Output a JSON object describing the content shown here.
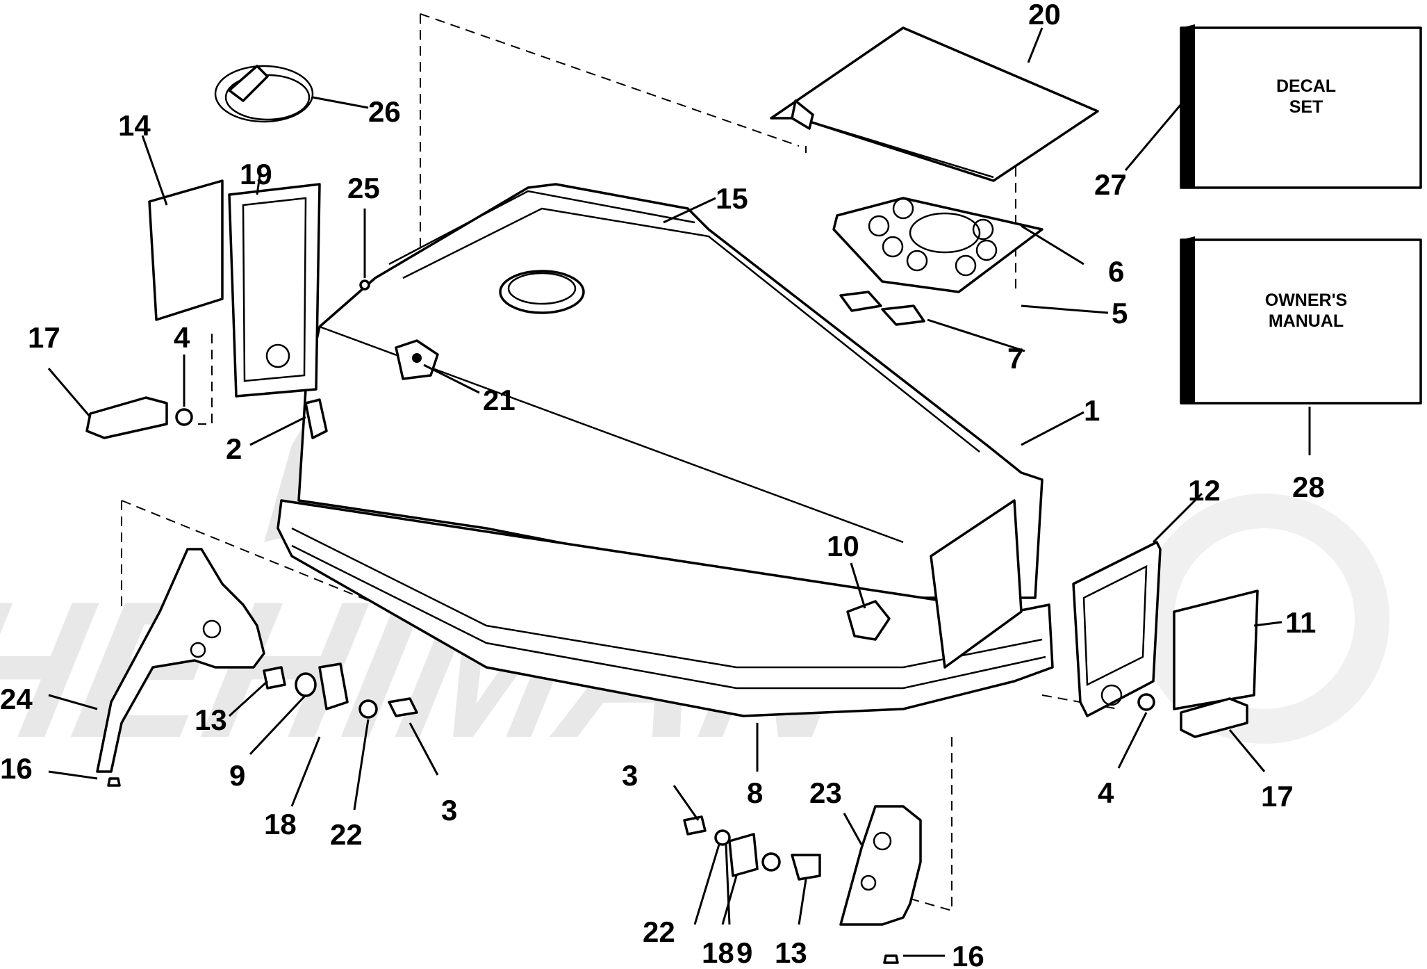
{
  "diagram": {
    "watermark": "HEHIMAN",
    "boxes": {
      "decal_line1": "DECAL",
      "decal_line2": "SET",
      "manual_line1": "OWNER'S",
      "manual_line2": "MANUAL"
    },
    "callouts": {
      "c1": "1",
      "c2": "2",
      "c3a": "3",
      "c3b": "3",
      "c4a": "4",
      "c4b": "4",
      "c5": "5",
      "c6": "6",
      "c7": "7",
      "c8": "8",
      "c9a": "9",
      "c9b": "9",
      "c10": "10",
      "c11": "11",
      "c12": "12",
      "c13a": "13",
      "c13b": "13",
      "c14": "14",
      "c15": "15",
      "c16a": "16",
      "c16b": "16",
      "c17a": "17",
      "c17b": "17",
      "c18a": "18",
      "c18b": "18",
      "c19": "19",
      "c20": "20",
      "c21": "21",
      "c22a": "22",
      "c22b": "22",
      "c23": "23",
      "c24": "24",
      "c25": "25",
      "c26": "26",
      "c27": "27",
      "c28": "28"
    }
  }
}
